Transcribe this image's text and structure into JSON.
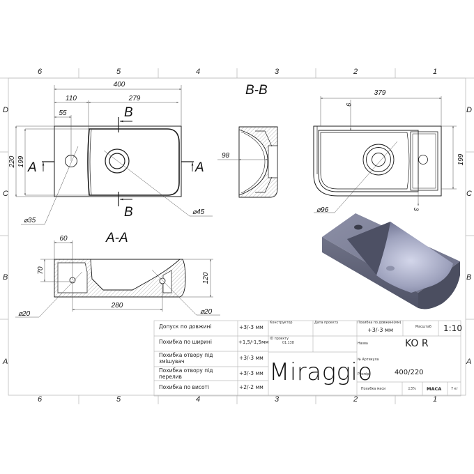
{
  "sheet": {
    "zone_columns": [
      "6",
      "5",
      "4",
      "3",
      "2",
      "1"
    ],
    "zone_rows": [
      "D",
      "C",
      "B",
      "A"
    ],
    "line_color": "#1a1a1a",
    "frame_color": "#bdbdbd",
    "render_color": "#7c7f93"
  },
  "views": {
    "top": {
      "dims": {
        "overall_length": "400",
        "tap_section": "110",
        "bowl_section": "279",
        "tap_offset": "55",
        "overall_width": "220",
        "inner_width": "199"
      },
      "tap_hole": "⌀35",
      "drain_hole": "⌀45",
      "section_marks": {
        "a": "A",
        "b": "B"
      }
    },
    "section_bb": {
      "title": "B-B",
      "depth": "98"
    },
    "bottom": {
      "length": "379",
      "top_wall": "9",
      "inner_width": "199",
      "bottom_wall": "3",
      "drain_recess": "⌀96"
    },
    "section_aa": {
      "title": "A-A",
      "tap_offset": "60",
      "tap_height": "70",
      "height": "120",
      "hole_spacing": "280",
      "hole_left": "⌀20",
      "hole_right": "⌀20"
    }
  },
  "title_block": {
    "tolerances": [
      {
        "label": "Допуск по довжині",
        "value": "+3/-3 мм"
      },
      {
        "label": "Похибка по ширині",
        "value": "+1,5/-1,5мм"
      },
      {
        "label": "Похибка отвору під змішувач",
        "value": "+3/-3 мм"
      },
      {
        "label": "Похибка отвору під перелив",
        "value": "+3/-3 мм"
      },
      {
        "label": "Похибка по висоті",
        "value": "+2/-2 мм"
      }
    ],
    "designer_label": "Конструктор",
    "date_label": "Дата проєкту",
    "project_id_label": "ID проєкту",
    "project_id": "01.138",
    "length_tolerance_label": "Похибка по довжині(мм)",
    "length_tolerance": "+3/-3 мм",
    "scale_label": "Масштаб",
    "scale": "1:10",
    "name_label": "Назва",
    "name": "KO R",
    "article_label": "№ Артикула",
    "size_label": "Розмір",
    "size": "400/220",
    "mass_tolerance_label": "Похибка маси",
    "mass_tolerance": "±3%",
    "mass_label": "МАСА",
    "mass": "7 кг",
    "brand": "Miraggio"
  }
}
